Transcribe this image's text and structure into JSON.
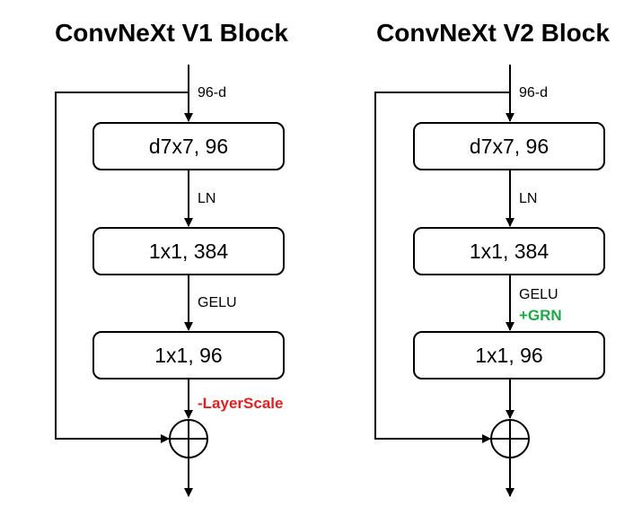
{
  "colors": {
    "removed": "#e02020",
    "added": "#1fa84a"
  },
  "v1": {
    "title": "ConvNeXt V1 Block",
    "input_label": "96-d",
    "box1": "d7x7, 96",
    "act1": "LN",
    "box2": "1x1, 384",
    "act2": "GELU",
    "box3": "1x1, 96",
    "change": "-LayerScale"
  },
  "v2": {
    "title": "ConvNeXt V2 Block",
    "input_label": "96-d",
    "box1": "d7x7, 96",
    "act1": "LN",
    "box2": "1x1, 384",
    "act2": "GELU",
    "change": "+GRN",
    "box3": "1x1, 96"
  }
}
